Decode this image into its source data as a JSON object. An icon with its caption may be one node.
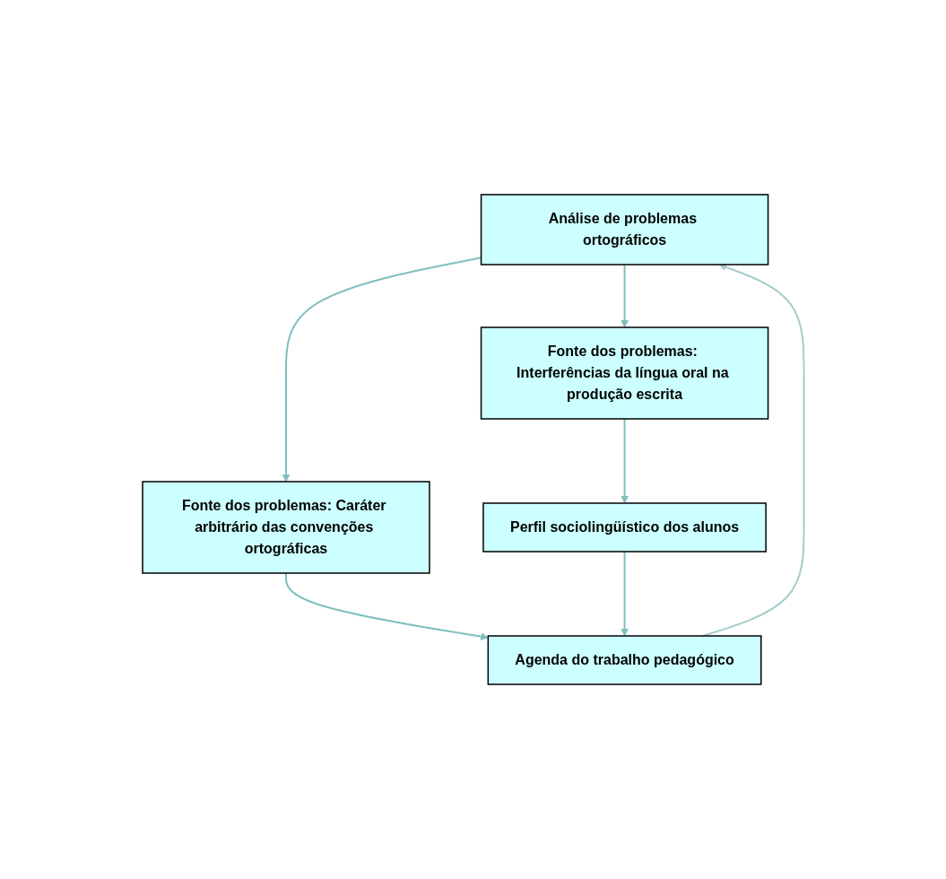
{
  "diagram": {
    "nodes": [
      {
        "text": [
          "Análise de problemas ortográficos"
        ]
      },
      {
        "text": [
          "Fonte dos problemas: Interferências da língua oral na produção escrita"
        ]
      },
      {
        "text": [
          "Fonte dos problemas: Caráter arbitrário das convenções ortográficas"
        ]
      },
      {
        "text": [
          "Perfil sociolingüístico dos alunos"
        ]
      },
      {
        "text": [
          "Agenda do trabalho pedagógico"
        ]
      }
    ],
    "edges": [
      {
        "from": 0,
        "to": 1,
        "arrow": "to"
      },
      {
        "from": 0,
        "to": 2,
        "arrow": "to"
      },
      {
        "from": 1,
        "to": 3,
        "arrow": "to"
      },
      {
        "from": 2,
        "to": 4,
        "arrow": "to"
      },
      {
        "from": 3,
        "to": 4,
        "arrow": "to"
      },
      {
        "from": 4,
        "to": 0,
        "arrow": "to",
        "color": "#a6cccc"
      }
    ]
  }
}
